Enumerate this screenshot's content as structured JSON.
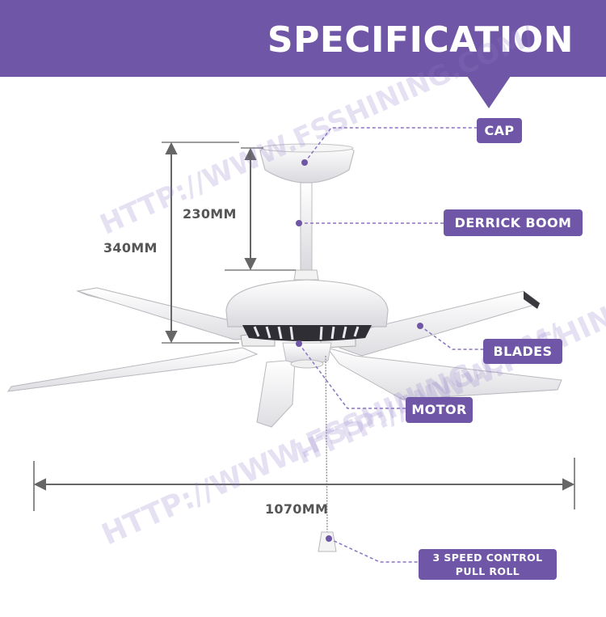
{
  "header": {
    "title": "SPECIFICATION"
  },
  "labels": {
    "cap": "CAP",
    "derrick_boom": "DERRICK BOOM",
    "blades": "BLADES",
    "motor": "MOTOR",
    "pull_roll_line1": "3 SPEED CONTROL",
    "pull_roll_line2": "PULL ROLL"
  },
  "dimensions": {
    "rod_length": "230MM",
    "total_height": "340MM",
    "blade_span": "1070MM"
  },
  "watermark": {
    "text": "HTTP://WWW.FSSHINING.COM/"
  },
  "colors": {
    "accent": "#6f56a6",
    "dimension_line": "#666666",
    "leader": "#8a74c2"
  }
}
